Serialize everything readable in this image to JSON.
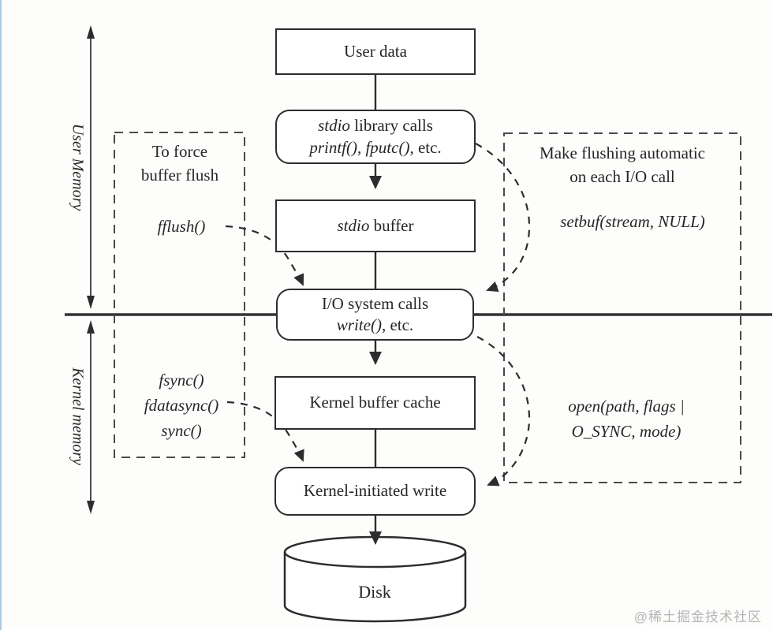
{
  "page": {
    "background": "#fdfdfc",
    "ink": "#2d2d2d",
    "dashed_box_color": "#4a4a4a",
    "watermark_color": "#b5b5b5",
    "edge_accent": "#abc8e2"
  },
  "watermark": "@稀土掘金技术社区",
  "memory_labels": {
    "user": "User Memory",
    "kernel": "Kernel memory"
  },
  "flow": {
    "user_data": {
      "label": "User data"
    },
    "stdio_lib": {
      "line1_italic": "stdio",
      "line1_rest": " library calls",
      "line2_italic": "printf(), fputc(),",
      "line2_rest": " etc."
    },
    "stdio_buffer": {
      "italic": "stdio",
      "rest": " buffer"
    },
    "io_calls": {
      "line1": "I/O system calls",
      "line2_italic": "write()",
      "line2_rest": ", etc."
    },
    "kernel_buffer": {
      "label": "Kernel buffer cache"
    },
    "kernel_write": {
      "label": "Kernel-initiated write"
    },
    "disk": {
      "label": "Disk"
    }
  },
  "annotations": {
    "force_flush": {
      "line1": "To force",
      "line2": "buffer flush",
      "func": "fflush()"
    },
    "sync_funcs": [
      "fsync()",
      "fdatasync()",
      "sync()"
    ],
    "auto_flush": {
      "line1": "Make flushing automatic",
      "line2": "on each I/O call",
      "func": "setbuf(stream, NULL)"
    },
    "open_sync": {
      "line1": "open(path, flags |",
      "line2": "O_SYNC, mode)"
    }
  }
}
